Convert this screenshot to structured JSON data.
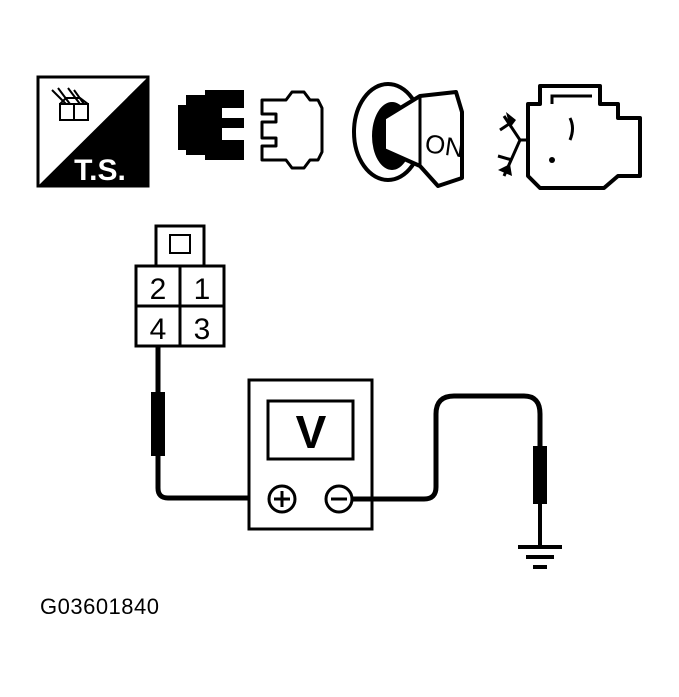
{
  "icons": {
    "ts_label": "T.S.",
    "ignition_label": "ON",
    "list": [
      "tester-service-icon",
      "connector-disconnect-icon",
      "ignition-key-on-icon",
      "engine-running-icon"
    ]
  },
  "connector": {
    "terminals": [
      "2",
      "1",
      "4",
      "3"
    ]
  },
  "meter": {
    "label": "V",
    "positive_symbol": "+",
    "negative_symbol": "−"
  },
  "figure_code": "G03601840",
  "colors": {
    "ink": "#000000",
    "paper": "#ffffff"
  }
}
